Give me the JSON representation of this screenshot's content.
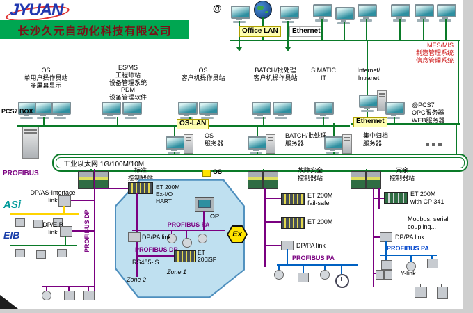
{
  "header": {
    "logo": "JYUAN",
    "company": "长沙久元自动化科技有限公司"
  },
  "top_network": {
    "at_symbol": "@",
    "office_lan": "Office LAN",
    "ethernet": "Ethernet",
    "mes": "MES/MIS\n制造管理系统\n信息管理系统"
  },
  "stations": {
    "os_single": "OS\n单用户操作员站\n多屏幕显示",
    "es_ms": "ES/MS\n工程师站\n设备管理系统\nPDM\n设备管理软件",
    "os_client": "OS\n客户机操作员站",
    "batch_client": "BATCH/批处理\n客户机操作员站",
    "simatic_it": "SIMATIC\nIT",
    "internet": "Internet/\nIntranet",
    "pcs7_opc": "@PCS7\nOPC服务器\nWEB服务器",
    "pcs7_box": "PCS7 BOX"
  },
  "buses": {
    "os_lan": "OS-LAN",
    "ethernet_mid": "Ethernet",
    "industrial_ethernet": "工业以太网  1G/100M/10M",
    "profibus": "PROFIBUS",
    "profibus_dp_vertical": "PROFIBUS DP"
  },
  "servers": {
    "os_server": "OS\n服务器",
    "batch_server": "BATCH/批处理\n服务器",
    "archive_server": "集中归档\n服务器"
  },
  "controllers": {
    "standard": "标准\n控制器站",
    "os_connector": "OS",
    "fail_safe": "故障安全\n控制器站",
    "redundant": "冗余\n控制器站"
  },
  "field_left": {
    "dp_asi_link": "DP/AS-Interface\nlink",
    "asi_logo": "ASi",
    "dp_eib_link": "DP/EIB\nlink",
    "eib_logo": "EIB"
  },
  "ex_zone": {
    "et200m_ex": "ET 200M\nEx-I/O\nHART",
    "op": "OP",
    "profibus_pa": "PROFIBUS PA",
    "dp_pa_link": "DP/PA link",
    "profibus_dp": "PROFIBUS DP",
    "rs485_is": "RS485-iS",
    "et200isp": "ET\n200iSP",
    "zone1": "Zone 1",
    "zone2": "Zone 2",
    "ex": "Ex"
  },
  "field_mid": {
    "et200m_failsafe": "ET 200M\nfail-safe",
    "et200m": "ET 200M",
    "dp_pa_link": "DP/PA link",
    "profibus_pa": "PROFIBUS PA"
  },
  "field_right": {
    "et200m_cp341": "ET 200M\nwith CP 341",
    "modbus": "Modbus, serial\ncoupling...",
    "dp_pa_link": "DP/PA link",
    "profibus_pa": "PROFIBUS PA",
    "y_link": "Y-link"
  },
  "colors": {
    "ethernet_green": "#0a7a28",
    "profibus_purple": "#7a0080",
    "pa_blue": "#0061c2",
    "asi_yellow": "#ffd400",
    "banner_green": "#00a651",
    "zone_blue": "#bfe0f0"
  }
}
